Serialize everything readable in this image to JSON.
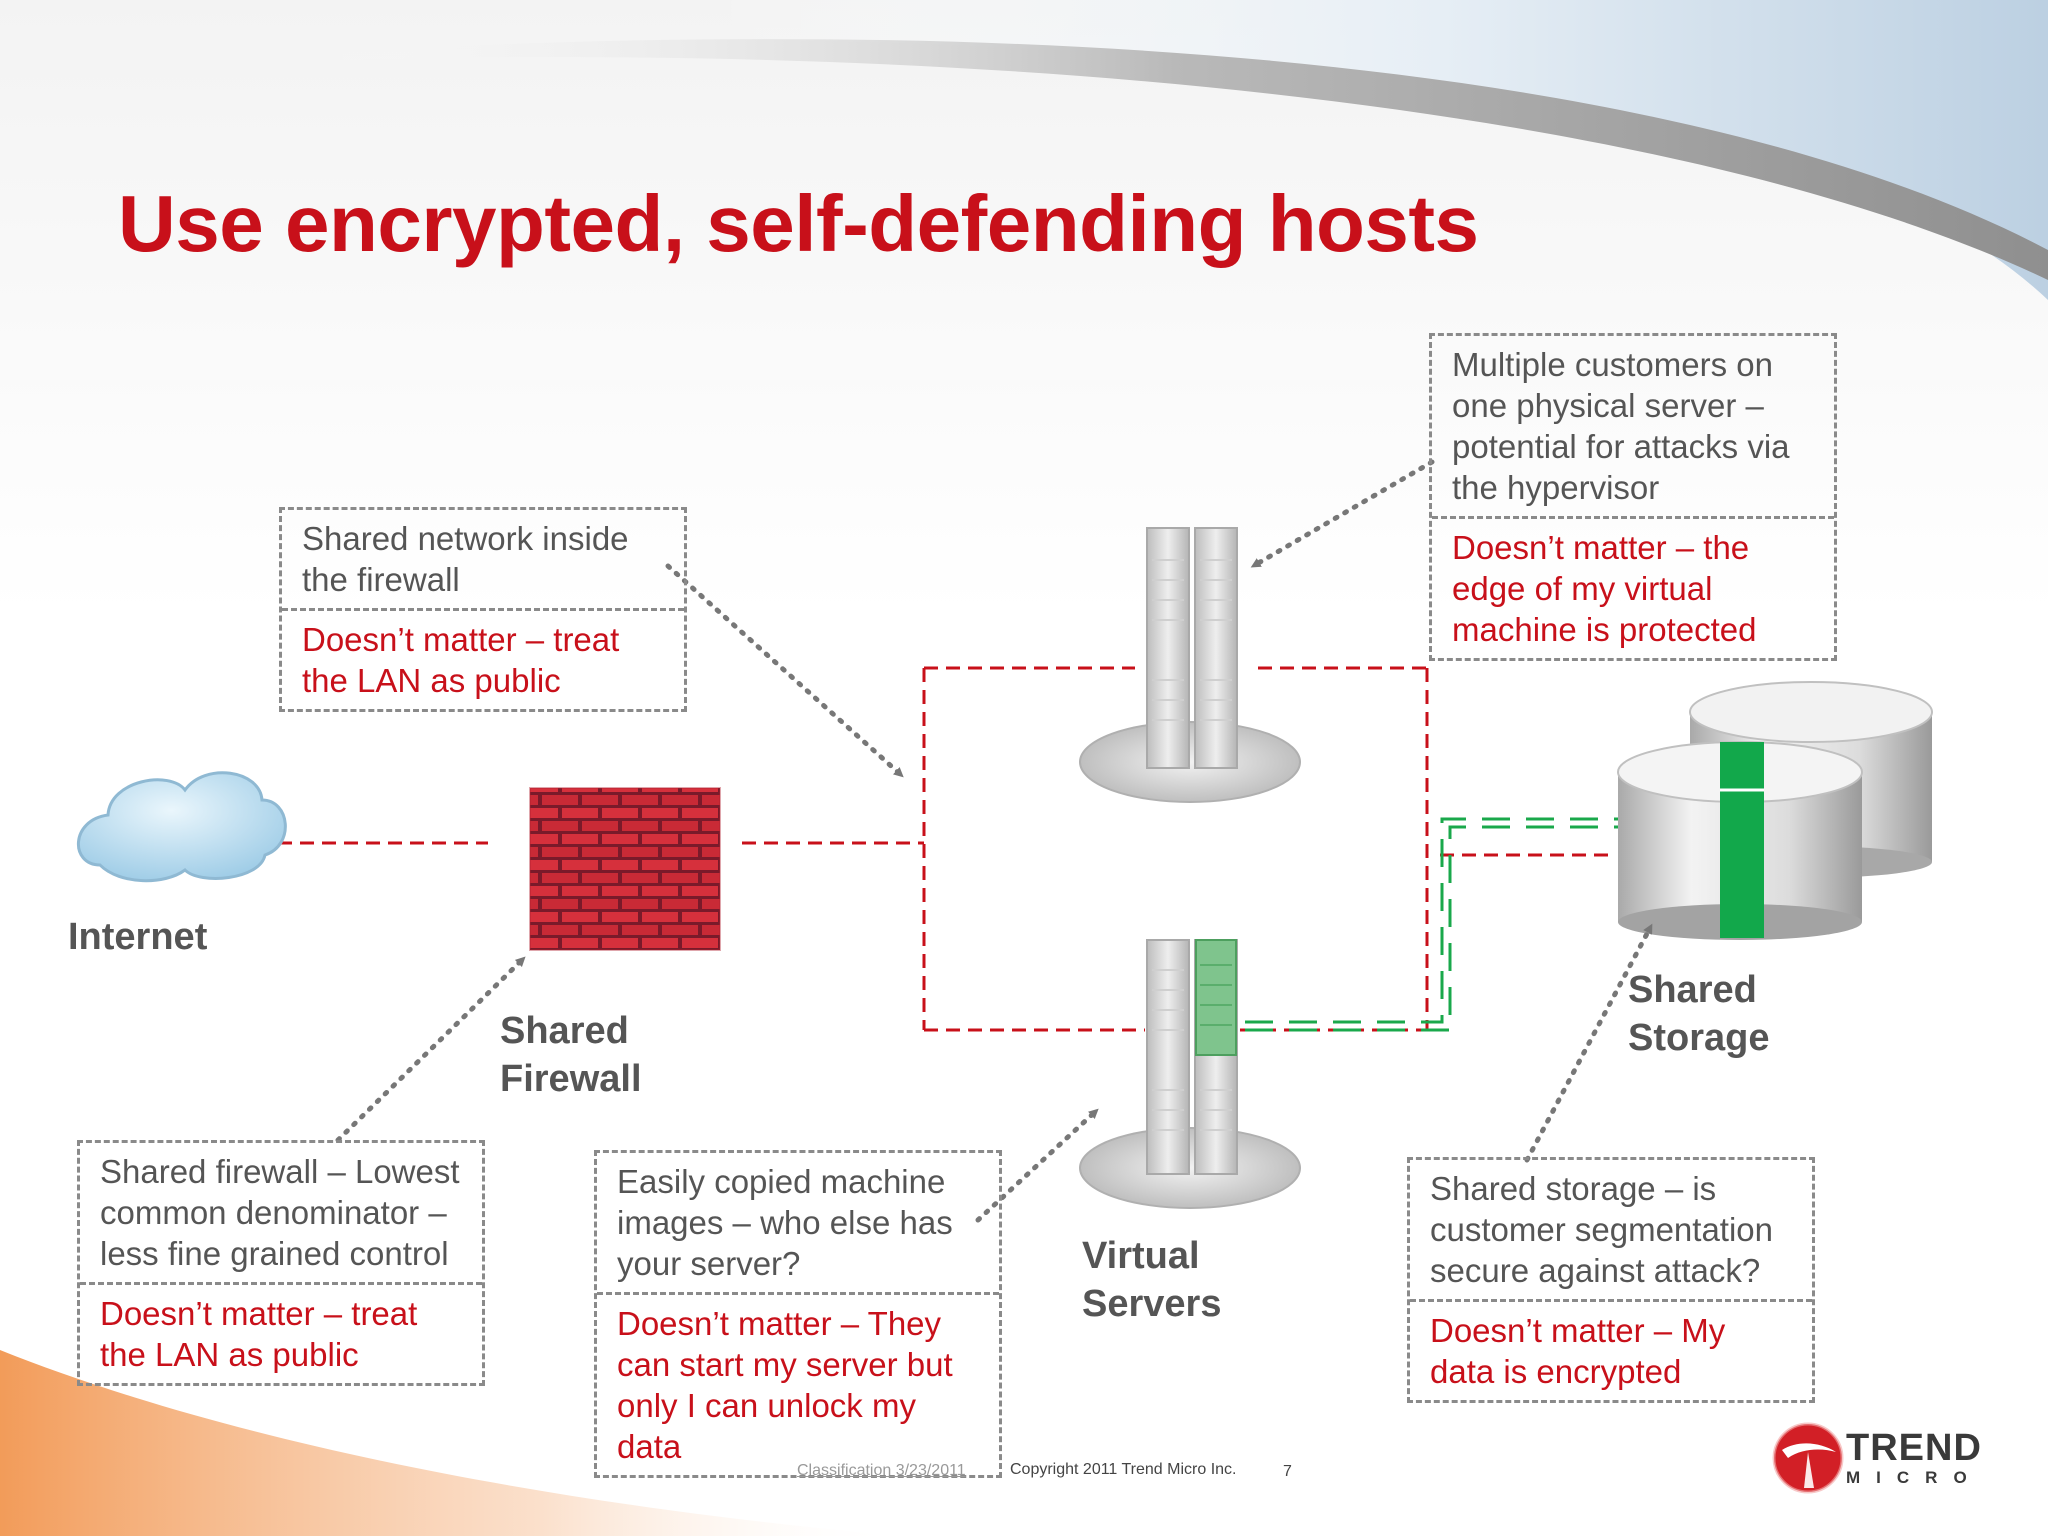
{
  "slide": {
    "title": "Use encrypted, self-defending hosts",
    "nodes": {
      "internet": "Internet",
      "firewall_line1": "Shared",
      "firewall_line2": "Firewall",
      "servers_line1": "Virtual",
      "servers_line2": "Servers",
      "storage_line1": "Shared",
      "storage_line2": "Storage"
    },
    "callouts": {
      "network": {
        "risk": "Shared network inside the firewall",
        "answer": "Doesn’t matter – treat the LAN as public"
      },
      "hypervisor": {
        "risk": "Multiple customers on one physical server – potential for attacks via the hypervisor",
        "answer": "Doesn’t matter – the edge of my virtual machine is protected"
      },
      "firewall": {
        "risk": "Shared firewall – Lowest common denominator – less fine grained control",
        "answer": "Doesn’t matter – treat the LAN as public"
      },
      "images": {
        "risk": "Easily copied machine images – who else has your server?",
        "answer": "Doesn’t matter – They can start my server but only I can unlock my data"
      },
      "storage": {
        "risk": "Shared storage – is customer segmentation secure against attack?",
        "answer": "Doesn’t matter – My data is encrypted"
      }
    },
    "footer": {
      "classification": "Classification 3/23/2011",
      "copyright": "Copyright 2011   Trend Micro Inc.",
      "page": "7"
    },
    "logo": {
      "line1": "TREND",
      "line2": "MICRO"
    },
    "colors": {
      "title": "#c8101a",
      "answer_text": "#c8101a",
      "risk_text": "#555555",
      "network_link": "#c8101a",
      "encrypted_link": "#1aa84b",
      "pointer": "#777777"
    }
  }
}
